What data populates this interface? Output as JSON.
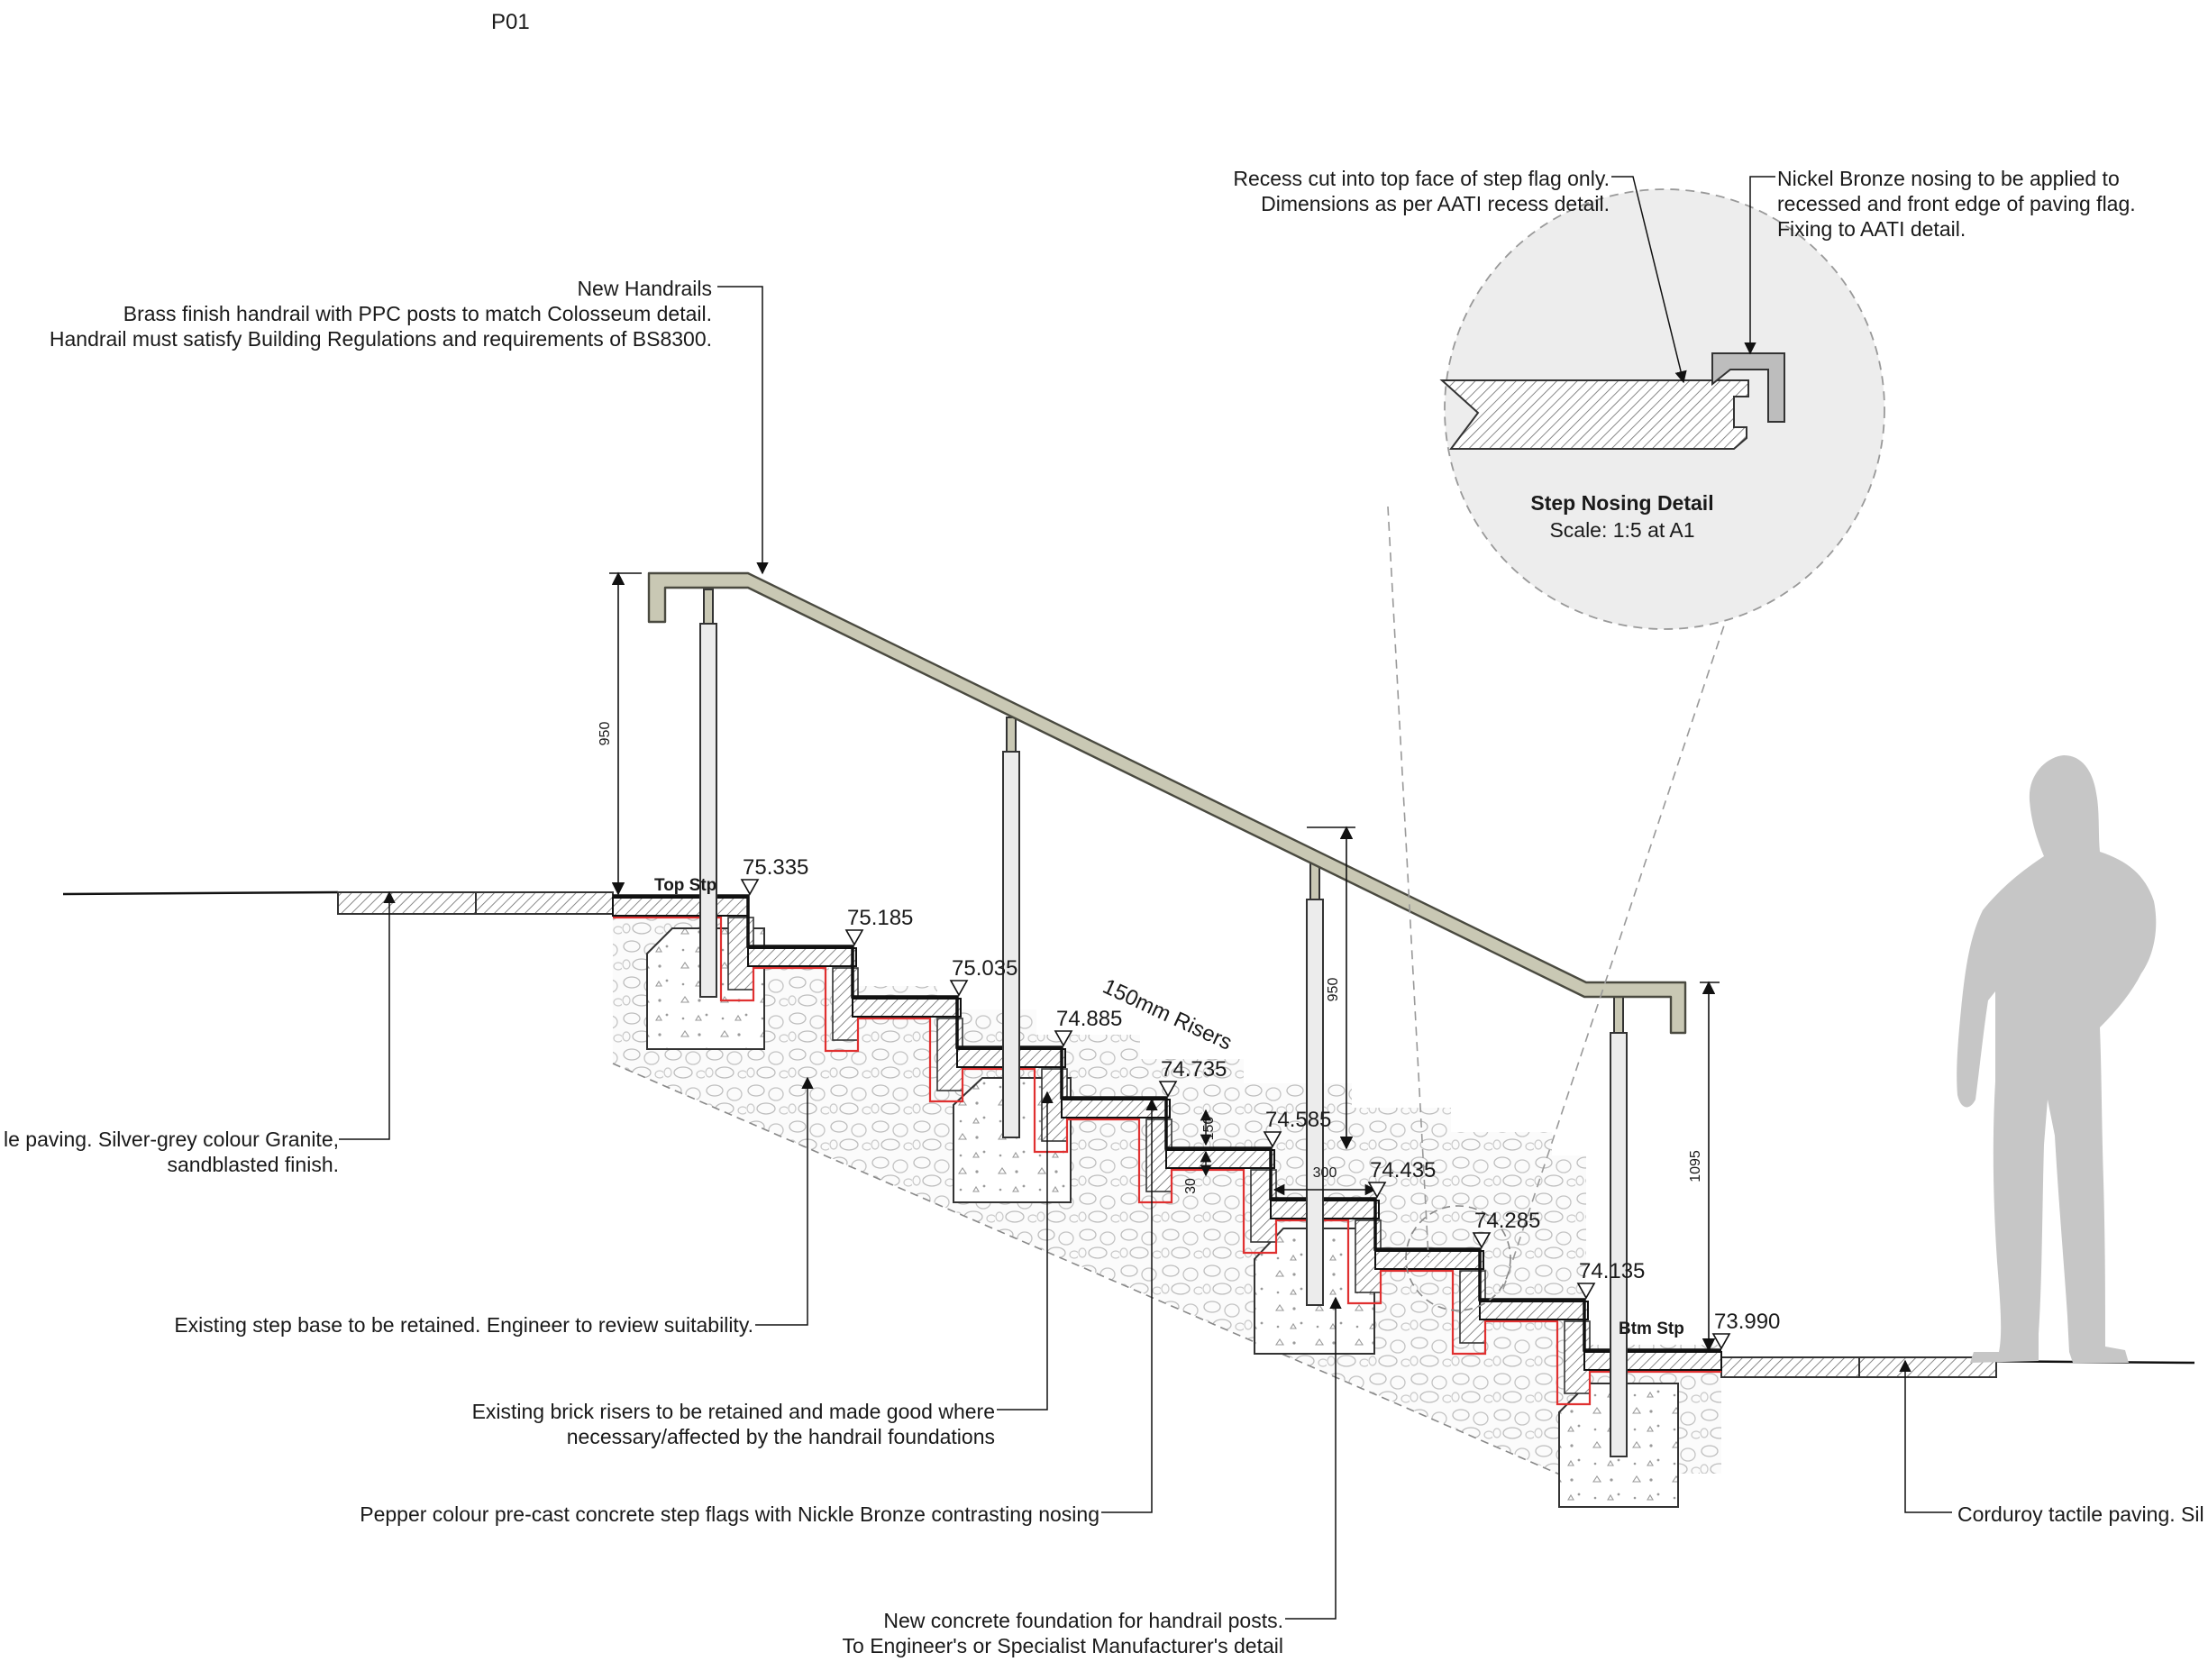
{
  "sheet_ref": "P01",
  "annotations": {
    "handrail": [
      "New Handrails",
      "Brass finish handrail with PPC posts to match Colosseum detail.",
      "Handrail must satisfy Building Regulations and requirements of BS8300."
    ],
    "paving_left": [
      "le paving. Silver-grey colour Granite,",
      "sandblasted finish."
    ],
    "step_base": "Existing step base to be retained. Engineer to review suitability.",
    "brick_risers": [
      "Existing brick risers to be retained and made good where",
      "necessary/affected by the handrail foundations"
    ],
    "step_flags": "Pepper colour pre-cast concrete step flags with Nickle Bronze contrasting nosing",
    "foundation": [
      "New concrete foundation for handrail posts.",
      "To Engineer's or Specialist Manufacturer's detail"
    ],
    "paving_right": "Corduroy tactile paving. Sil",
    "recess": [
      "Recess cut into top face of step flag only.",
      "Dimensions as per AATI recess detail."
    ],
    "nosing": [
      "Nickel Bronze nosing to be applied to",
      "recessed and front edge of paving flag.",
      "Fixing to AATI detail."
    ]
  },
  "detail": {
    "title": "Step Nosing Detail",
    "scale": "Scale: 1:5 at A1"
  },
  "levels": [
    "75.335",
    "75.185",
    "75.035",
    "74.885",
    "74.735",
    "74.585",
    "74.435",
    "74.285",
    "74.135",
    "73.990"
  ],
  "step_labels": {
    "top": "Top Stp",
    "bottom": "Btm Stp"
  },
  "risers_label": "150mm Risers",
  "dimensions": {
    "handrail_height_top": "950",
    "handrail_height_mid": "950",
    "handrail_height_bottom": "1095",
    "riser": "150",
    "going": "300",
    "nosing_recess": "30"
  },
  "colors": {
    "handrail": "#c9c8b4",
    "handrail_stroke": "#4a4a40",
    "membrane": "#e03030",
    "figure": "#c6c6c6",
    "detail_circle": "#ededed",
    "hatch": "#777777"
  }
}
